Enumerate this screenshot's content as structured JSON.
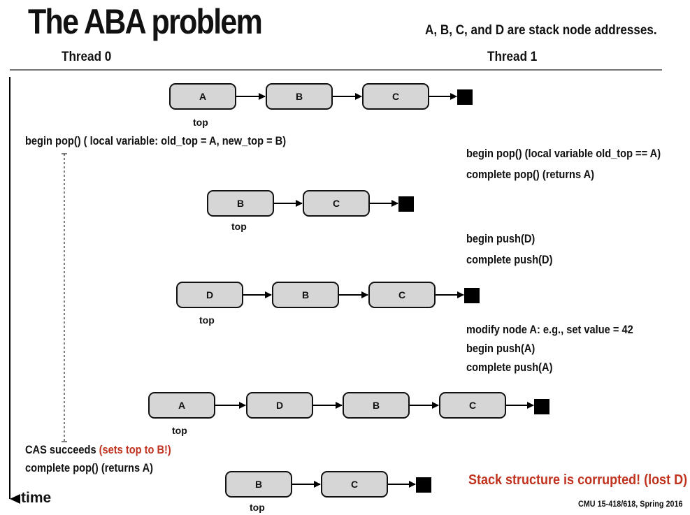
{
  "slide": {
    "title": "The ABA problem",
    "subtitle": "A, B, C, and D are stack node addresses.",
    "thread0_label": "Thread 0",
    "thread1_label": "Thread 1",
    "time_label": "time",
    "footer": "CMU 15-418/618, Spring 2016",
    "corrupted_text": "Stack structure is corrupted! (lost D)"
  },
  "thread0": {
    "begin_pop": "begin pop()  ( local variable: old_top = A, new_top = B)",
    "cas_prefix": "CAS succeeds ",
    "cas_highlight": "(sets top to B!)",
    "complete_pop": "complete pop()  (returns A)"
  },
  "thread1": {
    "begin_pop": "begin pop()  (local variable old_top == A)",
    "complete_pop": "complete pop()  (returns A)",
    "begin_push_d": "begin push(D)",
    "complete_push_d": "complete push(D)",
    "modify_a": "modify node A: e.g., set value = 42",
    "begin_push_a": "begin push(A)",
    "complete_push_a": "complete push(A)"
  },
  "stacks": [
    {
      "nodes": [
        "A",
        "B",
        "C"
      ],
      "top_label": "top"
    },
    {
      "nodes": [
        "B",
        "C"
      ],
      "top_label": "top"
    },
    {
      "nodes": [
        "D",
        "B",
        "C"
      ],
      "top_label": "top"
    },
    {
      "nodes": [
        "A",
        "D",
        "B",
        "C"
      ],
      "top_label": "top"
    },
    {
      "nodes": [
        "B",
        "C"
      ],
      "top_label": "top"
    }
  ],
  "colors": {
    "node_fill": "#d6d6d6",
    "highlight_red": "#c0321e",
    "terminator": "#000000"
  }
}
